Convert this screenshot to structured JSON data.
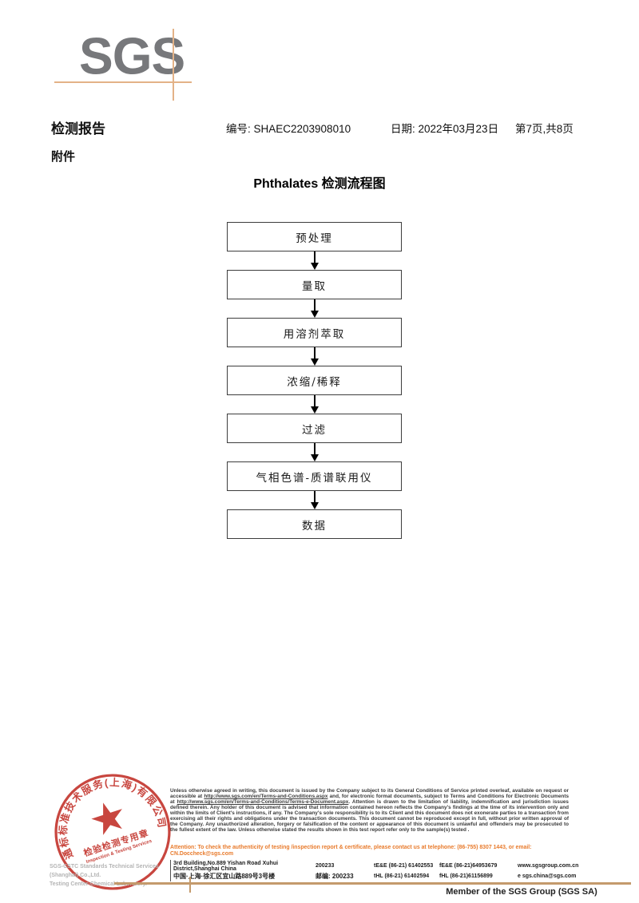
{
  "logo": {
    "text": "SGS"
  },
  "header": {
    "report_title": "检测报告",
    "report_no": "编号: SHAEC2203908010",
    "date": "日期: 2022年03月23日",
    "page_info": "第7页,共8页",
    "attachment": "附件"
  },
  "flowchart": {
    "title": "Phthalates 检测流程图",
    "steps": [
      "预处理",
      "量取",
      "用溶剂萃取",
      "浓缩/稀释",
      "过滤",
      "气相色谱-质谱联用仪",
      "数据"
    ]
  },
  "footer": {
    "legal_parts": [
      {
        "t": "Unless otherwise agreed in writing, this document is issued by the Company subject to its General Conditions of Service printed overleaf, available on request or accessible at "
      },
      {
        "t": "http://www.sgs.com/en/Terms-and-Conditions.aspx",
        "u": true
      },
      {
        "t": " and, for electronic format documents, subject to Terms and Conditions for Electronic Documents at "
      },
      {
        "t": "http://www.sgs.com/en/Terms-and-Conditions/Terms-e-Document.aspx",
        "u": true
      },
      {
        "t": ". Attention is drawn to the limitation of liability, indemnification and jurisdiction issues defined therein. Any holder of this document is advised that information contained hereon reflects the Company's findings at the time of its intervention only and within the limits of Client's instructions, if any. The Company's sole responsibility is to its Client and this document does not exonerate parties to a transaction from exercising all their rights and obligations under the transaction documents. This document cannot be reproduced except in full, without prior written approval of the Company. Any unauthorized alteration, forgery or falsification of the content or appearance of this document is unlawful and offenders may be prosecuted to the fullest extent of the law. Unless otherwise stated the results shown in this test report refer only to the sample(s) tested ."
      }
    ],
    "attention": "Attention: To check the authenticity of testing /inspection report & certificate, please contact us at telephone: (86-755) 8307 1443, or email: CN.Doccheck@sgs.com",
    "company_lines": [
      "SGS-CSTC Standards Technical Services (Shanghai) Co.,Ltd.",
      "Testing Center-Chemical Laboratory."
    ],
    "address_rows": [
      [
        "3rd Building,No.889 Yishan Road Xuhui District,Shanghai China",
        "200233",
        "tE&E (86-21) 61402553",
        "fE&E (86-21)64953679",
        "www.sgsgroup.com.cn"
      ],
      [
        "中国·上海·徐汇区宜山路889号3号楼",
        "邮编: 200233",
        "tHL (86-21) 61402594",
        "fHL (86-21)61156899",
        "e  sgs.china@sgs.com"
      ]
    ],
    "stamp": {
      "ring_text": "通标标准技术服务(上海)有限公司",
      "center_line1": "检验检测专用章",
      "center_line2": "Inspection & Testing Services",
      "color": "#c4372f"
    },
    "member": "Member of the SGS Group (SGS SA)"
  },
  "colors": {
    "logo_gray": "#77787b",
    "crosshair_tan": "#e3b287",
    "footer_tan": "#c49a6c",
    "stamp_red": "#c4372f",
    "attention_orange": "#e87a2b"
  }
}
